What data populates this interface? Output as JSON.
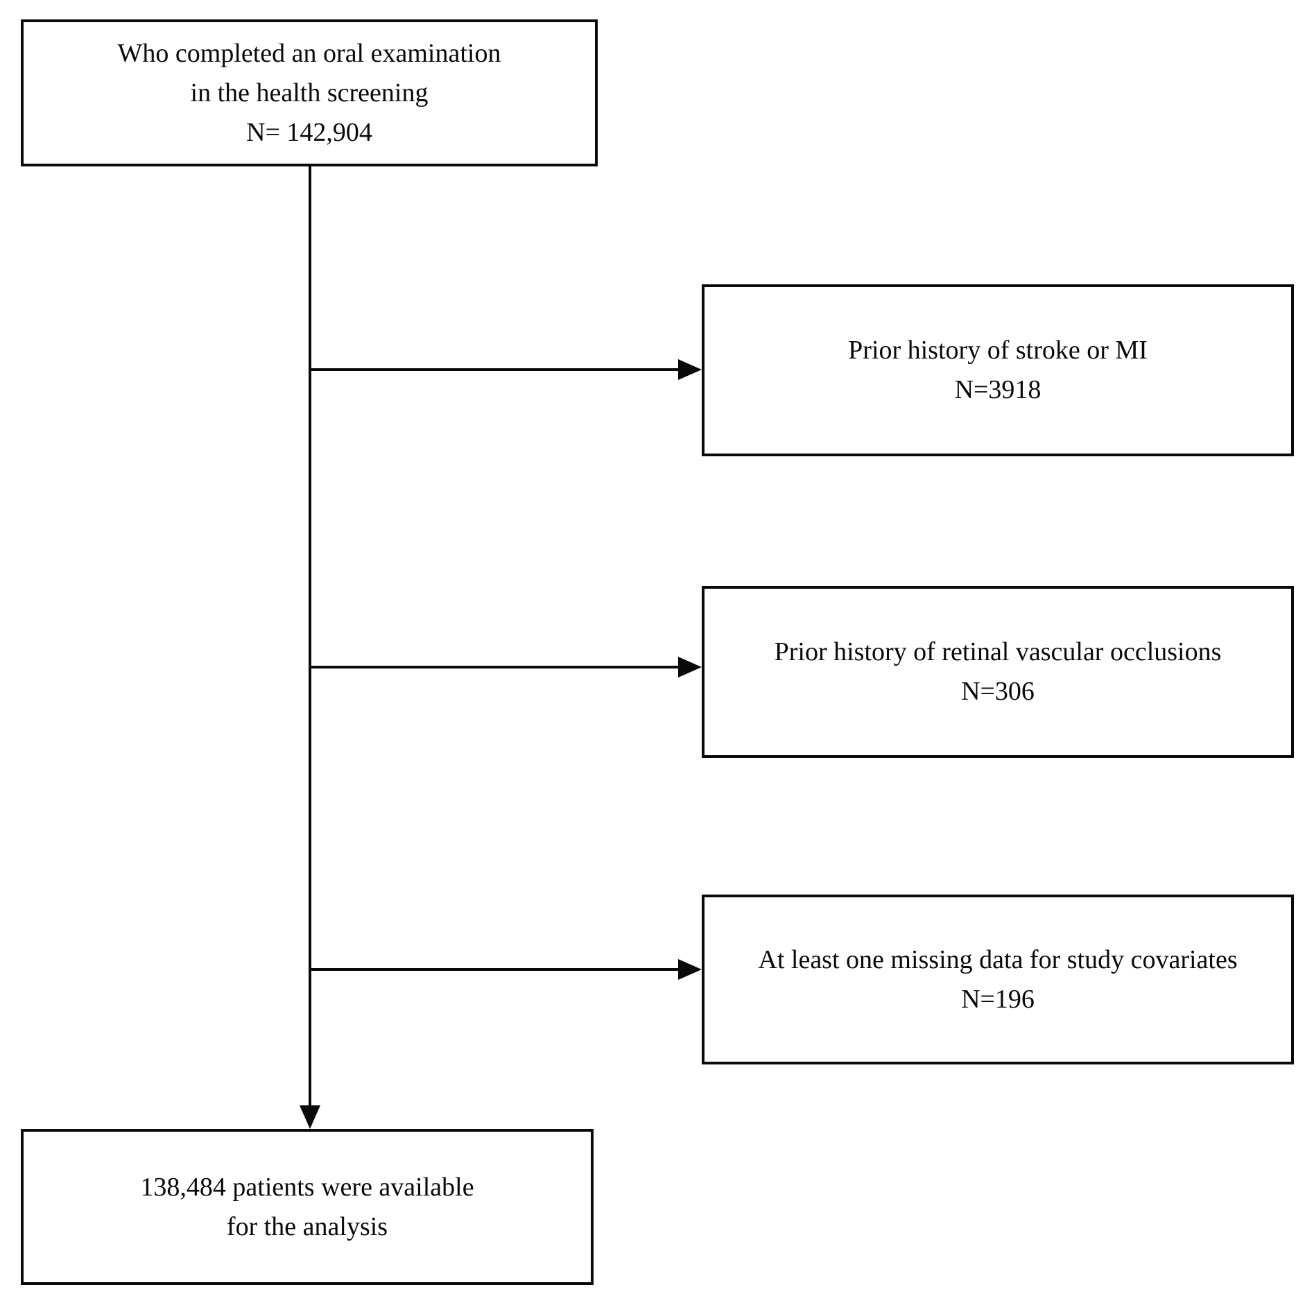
{
  "figure": {
    "type": "flowchart",
    "background_color": "#ffffff",
    "line_color": "#0a0a0a",
    "text_color": "#0a0a0a"
  },
  "nodes": {
    "top": {
      "lines": {
        "0": "Who completed an oral examination",
        "1": "in the health screening",
        "2": "N= 142,904"
      },
      "n": "142,904"
    },
    "exclusion1": {
      "lines": {
        "0": "Prior history of stroke or MI",
        "1": "N=3918"
      },
      "n": "3918"
    },
    "exclusion2": {
      "lines": {
        "0": "Prior history of retinal vascular occlusions",
        "1": "N=306"
      },
      "n": "306"
    },
    "exclusion3": {
      "lines": {
        "0": "At least one missing data for study covariates",
        "1": "N=196"
      },
      "n": "196"
    },
    "bottom": {
      "lines": {
        "0": "138,484 patients were available",
        "1": "for the analysis"
      },
      "n": "138,484"
    }
  }
}
